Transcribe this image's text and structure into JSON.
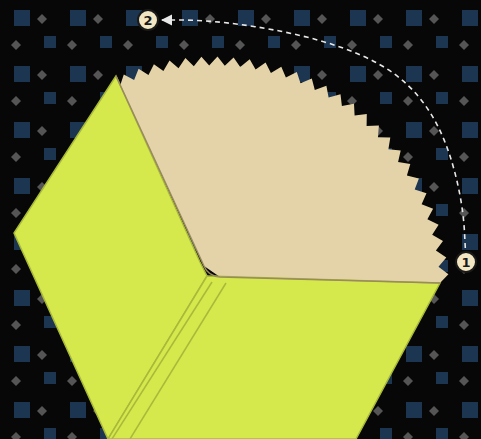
{
  "diagram": {
    "nodes": [
      {
        "text": [
          "2"
        ]
      },
      {
        "text": [
          "1"
        ]
      }
    ],
    "edges": [
      {
        "from": 1,
        "to": 0,
        "arrow": "to"
      }
    ]
  }
}
